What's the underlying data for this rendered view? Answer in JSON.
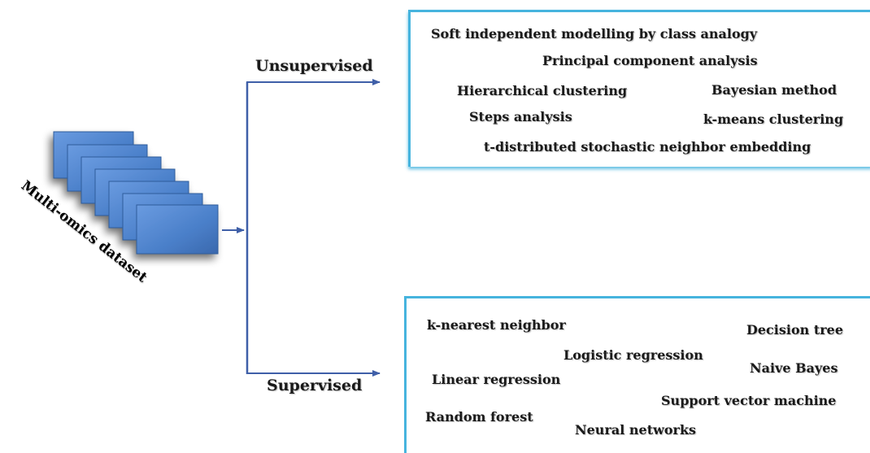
{
  "dataset": {
    "label": "Multi-omics dataset",
    "layer_color": "#4a7fc9"
  },
  "branches": {
    "unsupervised": {
      "label": "Unsupervised",
      "methods": [
        "Soft independent modelling by class analogy",
        "Principal component analysis",
        "Hierarchical clustering",
        "Bayesian method",
        "Steps analysis",
        "k-means clustering",
        "t-distributed stochastic neighbor embedding"
      ]
    },
    "supervised": {
      "label": "Supervised",
      "methods": [
        "k-nearest neighbor",
        "Decision tree",
        "Logistic regression",
        "Naive Bayes",
        "Linear regression",
        "Support vector machine",
        "Random forest",
        "Neural networks"
      ]
    }
  },
  "colors": {
    "connector": "#3f5fa8",
    "box_border": "#46b4de"
  }
}
